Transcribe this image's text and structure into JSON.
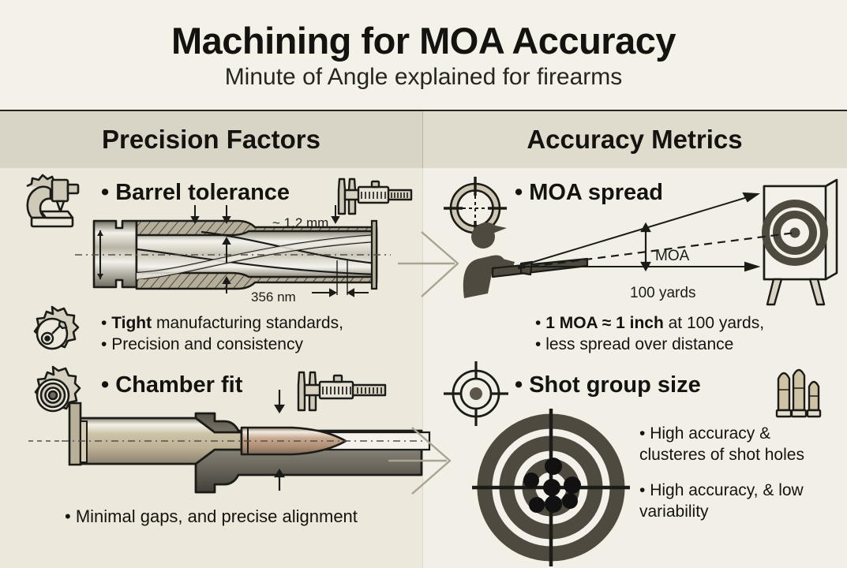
{
  "header": {
    "title": "Machining for MOA Accuracy",
    "subtitle": "Minute of Angle explained for firearms"
  },
  "columns": {
    "left": {
      "label": "Precision Factors",
      "sections": [
        {
          "heading": "Barrel tolerance",
          "icon_left": "microscope-icon",
          "icon_right": "caliper-icon",
          "diagram": "barrel-cross-section",
          "annotations": [
            {
              "name": "barrel-wall-thickness",
              "text": "~ 1.2 mm"
            },
            {
              "name": "barrel-groove-depth",
              "text": "356 nm"
            }
          ],
          "bullets": [
            {
              "bold": "Tight",
              "rest": " manufacturing standards,"
            },
            {
              "bold": "",
              "rest": "Precision and consistency"
            }
          ]
        },
        {
          "heading": "Chamber fit",
          "icon_left": "gear-bearing-icon",
          "icon_right": "caliper-icon",
          "diagram": "chambered-cartridge-cross-section",
          "bullets": [
            {
              "bold": "",
              "rest": "Minimal gaps, and precise alignment"
            }
          ]
        }
      ]
    },
    "right": {
      "label": "Accuracy Metrics",
      "sections": [
        {
          "heading": "MOA spread",
          "icon_left": "crosshair-ring-icon",
          "diagram": "shooter-to-target-angle",
          "annotations": [
            {
              "name": "moa-angle-label",
              "text": "MOA"
            },
            {
              "name": "distance-label",
              "text": "100 yards"
            }
          ],
          "bullets": [
            {
              "bold": "1 MOA ≈ 1 inch",
              "rest": " at 100 yards,"
            },
            {
              "bold": "",
              "rest": "less spread over distance"
            }
          ]
        },
        {
          "heading": "Shot group size",
          "icon_left": "crosshair-target-icon",
          "icon_right": "cartridges-icon",
          "diagram": "bullseye-with-shot-group",
          "bullets": [
            {
              "bold": "",
              "rest": "High accuracy & clusteres of shot holes"
            },
            {
              "bold": "",
              "rest": "High accuracy, & low variability"
            }
          ]
        }
      ]
    }
  },
  "connectors": [
    {
      "name": "connector-arrow-top"
    },
    {
      "name": "connector-arrow-bottom"
    }
  ],
  "colors": {
    "page_bg": "#f2efe6",
    "band_left": "#d9d5c6",
    "band_right": "#dfdbcd",
    "ink": "#14130f",
    "metal": "#9c9684",
    "brass": "#c9bda2"
  }
}
